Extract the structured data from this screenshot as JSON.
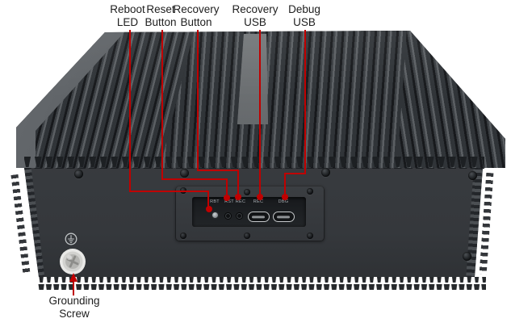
{
  "callouts": {
    "reboot_led": "Reboot LED",
    "reset_button": "Reset Button",
    "recovery_button": "Recovery Button",
    "recovery_usb": "Recovery USB",
    "debug_usb": "Debug USB",
    "grounding_screw": "Grounding Screw"
  },
  "io_panel": {
    "led_label": "RBT",
    "reset_btn_label": "RST",
    "recovery_btn_label": "REC",
    "recovery_usb_label": "REC",
    "debug_usb_label": "DBG"
  },
  "colors": {
    "callout": "#C00000",
    "background": "#FFFFFF",
    "label-text": "#202020",
    "panel-text": "#A6ABB0",
    "body": "#3A3D41",
    "body-dark": "#26292C",
    "recess": "#1B1D20",
    "channel-light": "#B7BABC",
    "port-outline": "#C6C9CB",
    "screw-silver": "#D9D9D6"
  }
}
